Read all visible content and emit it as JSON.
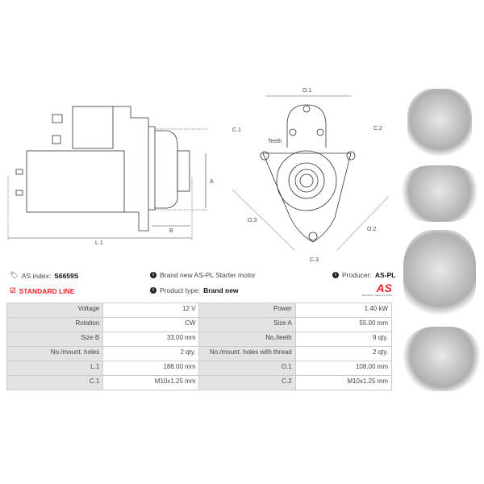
{
  "drawing": {
    "side_labels": {
      "a": "A",
      "b": "B",
      "l1": "L.1"
    },
    "front_labels": {
      "o1": "O.1",
      "o2": "O.2",
      "o3": "O.3",
      "c1": "C.1",
      "c2": "C.2",
      "c3": "C.3",
      "teeth": "Teeth"
    }
  },
  "info": {
    "index_label": "AS index:",
    "index_value": "S6659S",
    "standard_line": "STANDARD LINE",
    "description": "Brand new AS-PL Starter motor",
    "product_type_label": "Product type:",
    "product_type_value": "Brand new",
    "producer_label": "Producer:",
    "producer_value": "AS-PL",
    "logo_text": "AS",
    "logo_sub": "Alternators, Starters & Parts"
  },
  "specs": [
    {
      "l1": "Voltage",
      "v1": "12 V",
      "l2": "Power",
      "v2": "1.40 kW"
    },
    {
      "l1": "Rotation",
      "v1": "CW",
      "l2": "Size A",
      "v2": "55.00 mm"
    },
    {
      "l1": "Size B",
      "v1": "33.00 mm",
      "l2": "No./teeth",
      "v2": "9 qty."
    },
    {
      "l1": "No./mount. holes",
      "v1": "2 qty.",
      "l2": "No./mount. holes with thread",
      "v2": "2 qty."
    },
    {
      "l1": "L.1",
      "v1": "188.00 mm",
      "l2": "O.1",
      "v2": "108.00 mm"
    },
    {
      "l1": "C.1",
      "v1": "M10x1.25 mm",
      "l2": "C.2",
      "v2": "M10x1.25 mm"
    }
  ],
  "colors": {
    "accent": "#e8202a"
  }
}
